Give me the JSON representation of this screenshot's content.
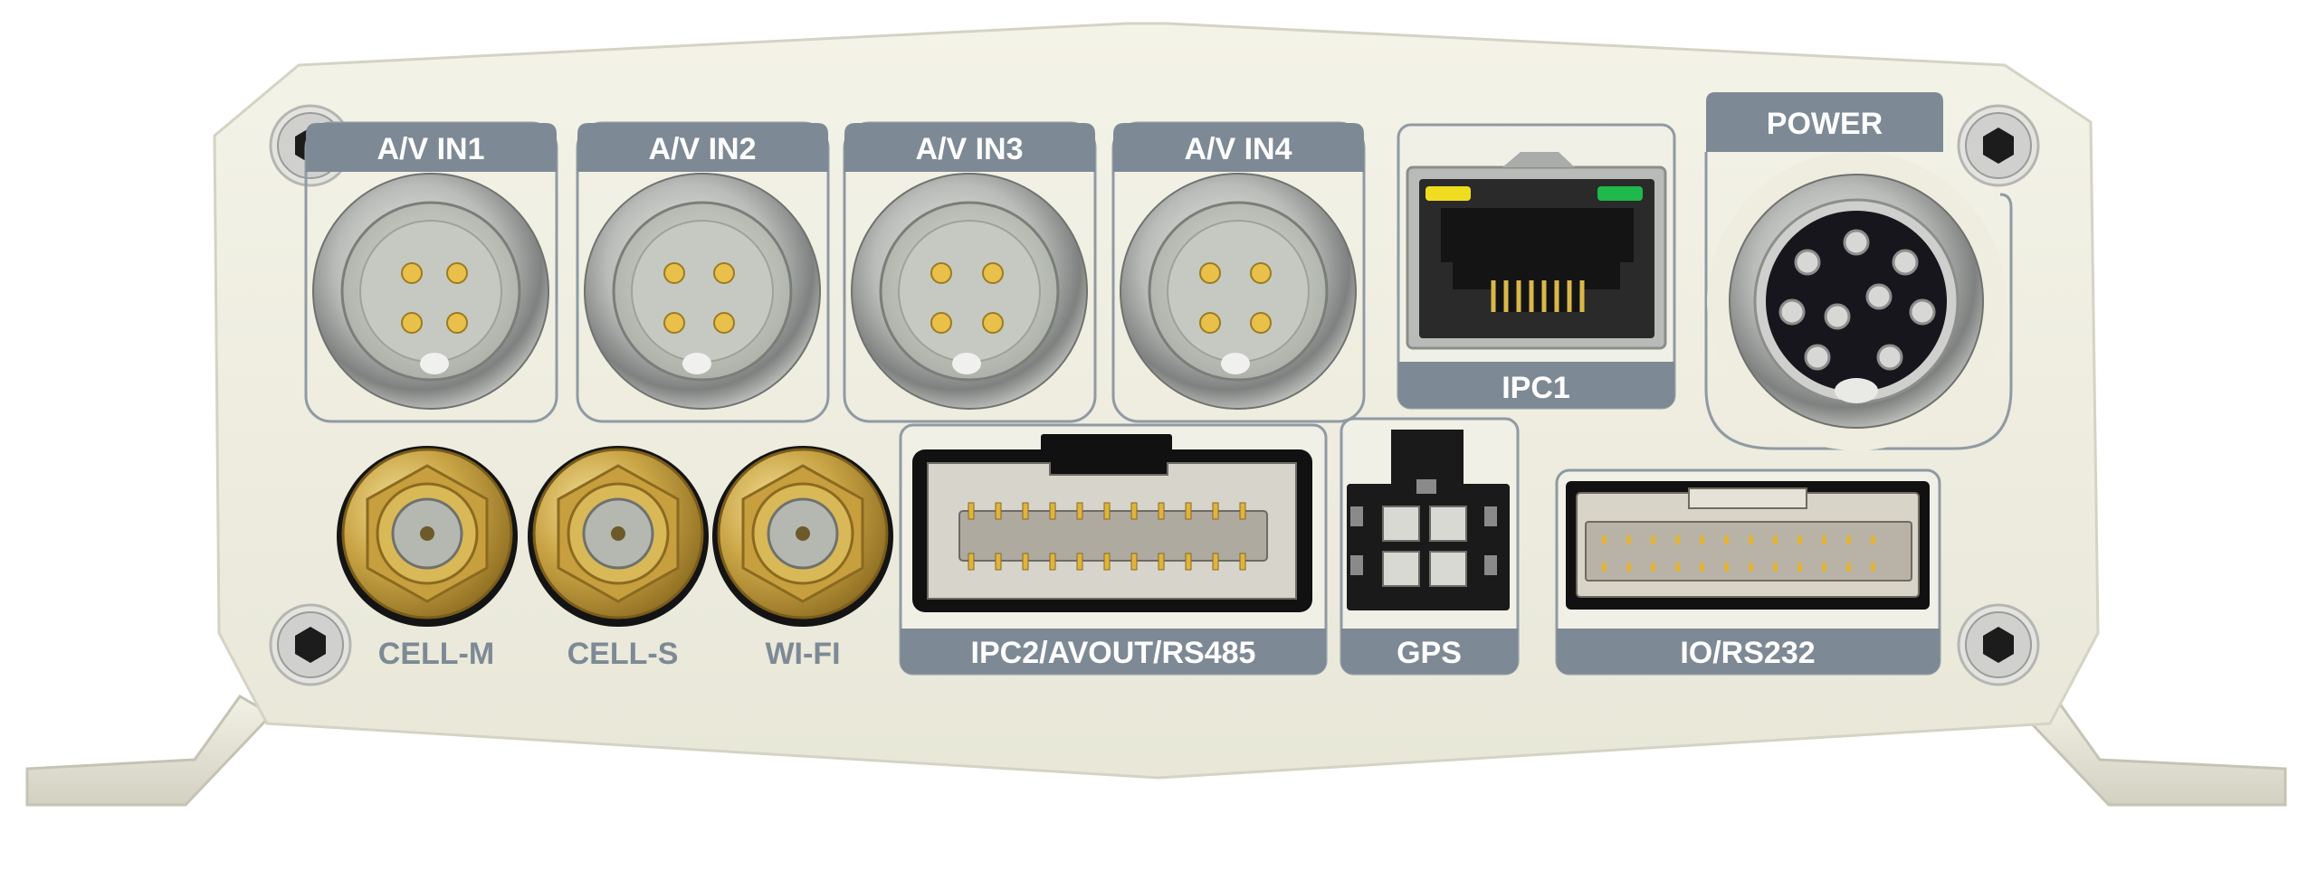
{
  "device": {
    "ports": {
      "av_in": [
        {
          "label": "A/V IN1"
        },
        {
          "label": "A/V IN2"
        },
        {
          "label": "A/V IN3"
        },
        {
          "label": "A/V IN4"
        }
      ],
      "ipc1": {
        "label": "IPC1"
      },
      "power": {
        "label": "POWER"
      },
      "antennas": [
        {
          "label": "CELL-M"
        },
        {
          "label": "CELL-S"
        },
        {
          "label": "WI-FI"
        }
      ],
      "ipc2": {
        "label": "IPC2/AVOUT/RS485"
      },
      "gps": {
        "label": "GPS"
      },
      "io": {
        "label": "IO/RS232"
      }
    },
    "colors": {
      "panel": "#eeeddf",
      "label_bg": "#7d8a95",
      "gold": "#c9a445",
      "led_yellow": "#f0dc1e",
      "led_green": "#1fb84a"
    }
  }
}
